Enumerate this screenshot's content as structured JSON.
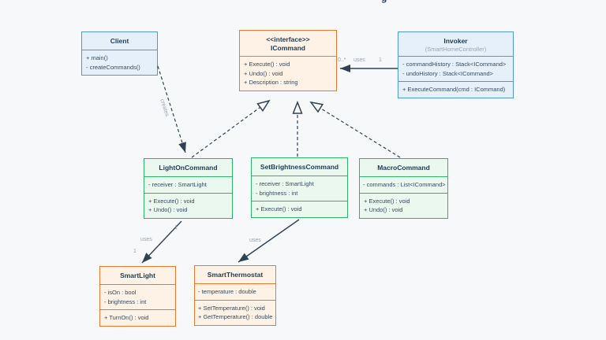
{
  "canvas": {
    "clipped_title_fragment": "g"
  },
  "colors": {
    "background": "#f7f8fa",
    "blue_border": "#4e97d4",
    "blue_fill": "#e6f0fb",
    "orange_border": "#e8792f",
    "orange_fill": "#fdf2e5",
    "green_border": "#2fb368",
    "green_fill": "#ebf8f0",
    "edge": "#2e4257",
    "edge_label": "#98a4ae",
    "text": "#374b5e"
  },
  "classes": {
    "client": {
      "name": "Client",
      "methods": [
        "+ main()",
        "- createCommands()"
      ]
    },
    "icommand": {
      "stereotype": "<<interface>>",
      "name": "ICommand",
      "members": [
        "+ Execute() : void",
        "+ Undo() : void",
        "+ Description : string"
      ]
    },
    "invoker": {
      "name": "Invoker",
      "subtitle": "(SmartHomeController)",
      "attributes": [
        "- commandHistory : Stack<ICommand>",
        "- undoHistory : Stack<ICommand>"
      ],
      "methods": [
        "+ ExecuteCommand(cmd : ICommand)"
      ]
    },
    "light_on_command": {
      "name": "LightOnCommand",
      "attributes": [
        "- receiver : SmartLight"
      ],
      "methods": [
        "+ Execute() : void",
        "+ Undo() : void"
      ]
    },
    "set_brightness_command": {
      "name": "SetBrightnessCommand",
      "attributes": [
        "- receiver : SmartLight",
        "- brightness : int"
      ],
      "methods": [
        "+ Execute() : void"
      ]
    },
    "macro_command": {
      "name": "MacroCommand",
      "attributes": [
        "- commands : List<ICommand>"
      ],
      "methods": [
        "+ Execute() : void",
        "+ Undo() : void"
      ]
    },
    "smart_light": {
      "name": "SmartLight",
      "attributes": [
        "- isOn : bool",
        "- brightness : int"
      ],
      "methods": [
        "+ TurnOn() : void"
      ]
    },
    "smart_thermostat": {
      "name": "SmartThermostat",
      "attributes": [
        "- temperature : double"
      ],
      "methods": [
        "+ SetTemperature() : void",
        "+ GetTemperature() : double"
      ]
    }
  },
  "relations": {
    "invoker_icommand": {
      "type": "association",
      "label": "uses",
      "target_multiplicity": "0..*",
      "source_multiplicity": "1"
    },
    "client_lighton": {
      "type": "dependency",
      "label": "creates"
    },
    "lighton_icommand": {
      "type": "realization"
    },
    "setbrightness_icommand": {
      "type": "realization"
    },
    "macro_icommand": {
      "type": "realization"
    },
    "lighton_smartlight": {
      "type": "association",
      "label": "uses",
      "source_multiplicity": "1",
      "target_multiplicity": "1"
    },
    "setbrightness_smartthermostat": {
      "type": "association",
      "label": "uses"
    }
  }
}
